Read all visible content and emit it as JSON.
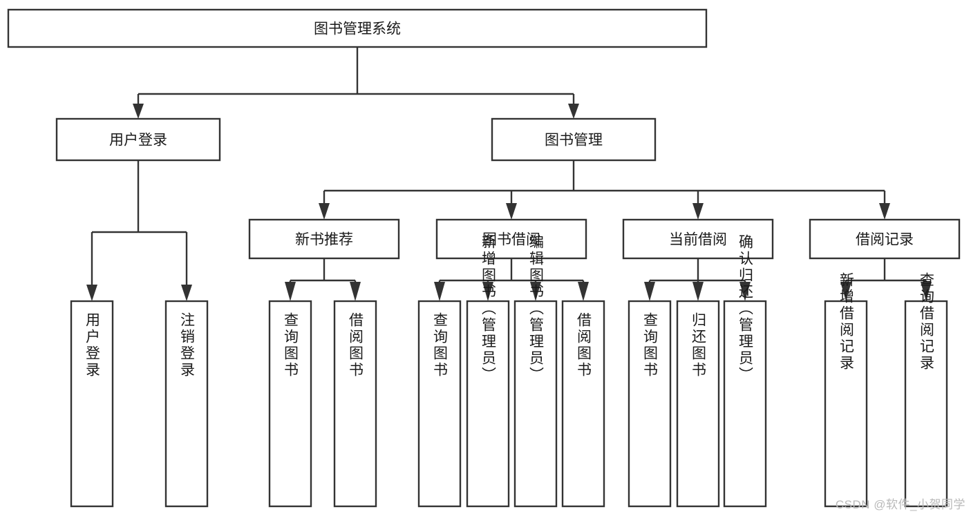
{
  "diagram": {
    "type": "tree-hierarchy",
    "title": "图书管理系统",
    "root": {
      "id": "root",
      "label": "图书管理系统"
    },
    "level2": [
      {
        "id": "user-login",
        "label": "用户登录"
      },
      {
        "id": "book-manage",
        "label": "图书管理"
      }
    ],
    "level3": [
      {
        "id": "new-book-recommend",
        "label": "新书推荐",
        "parent": "book-manage"
      },
      {
        "id": "book-borrow",
        "label": "图书借阅",
        "parent": "book-manage"
      },
      {
        "id": "current-borrow",
        "label": "当前借阅",
        "parent": "book-manage"
      },
      {
        "id": "borrow-record",
        "label": "借阅记录",
        "parent": "book-manage"
      }
    ],
    "leaves": [
      {
        "id": "leaf-user-login",
        "label": "用户登录",
        "parent": "user-login"
      },
      {
        "id": "leaf-logout",
        "label": "注销登录",
        "parent": "user-login"
      },
      {
        "id": "leaf-query-book-1",
        "label": "查询图书",
        "parent": "new-book-recommend"
      },
      {
        "id": "leaf-borrow-book-1",
        "label": "借阅图书",
        "parent": "new-book-recommend"
      },
      {
        "id": "leaf-query-book-2",
        "label": "查询图书",
        "parent": "book-borrow"
      },
      {
        "id": "leaf-add-book",
        "label": "新增图书（管理员）",
        "parent": "book-borrow"
      },
      {
        "id": "leaf-edit-book",
        "label": "编辑图书（管理员）",
        "parent": "book-borrow"
      },
      {
        "id": "leaf-borrow-book-2",
        "label": "借阅图书",
        "parent": "book-borrow"
      },
      {
        "id": "leaf-query-book-3",
        "label": "查询图书",
        "parent": "current-borrow"
      },
      {
        "id": "leaf-return-book",
        "label": "归还图书",
        "parent": "current-borrow"
      },
      {
        "id": "leaf-confirm-return",
        "label": "确认归还（管理员）",
        "parent": "current-borrow"
      },
      {
        "id": "leaf-add-record",
        "label": "新增借阅记录",
        "parent": "borrow-record"
      },
      {
        "id": "leaf-query-record",
        "label": "查询借阅记录",
        "parent": "borrow-record"
      }
    ],
    "colors": {
      "stroke": "#333333",
      "fill": "#ffffff",
      "text": "#1a1a1a",
      "watermark": "#b9b9b9"
    }
  },
  "watermark": {
    "text": "CSDN @软件_小贺同学"
  }
}
